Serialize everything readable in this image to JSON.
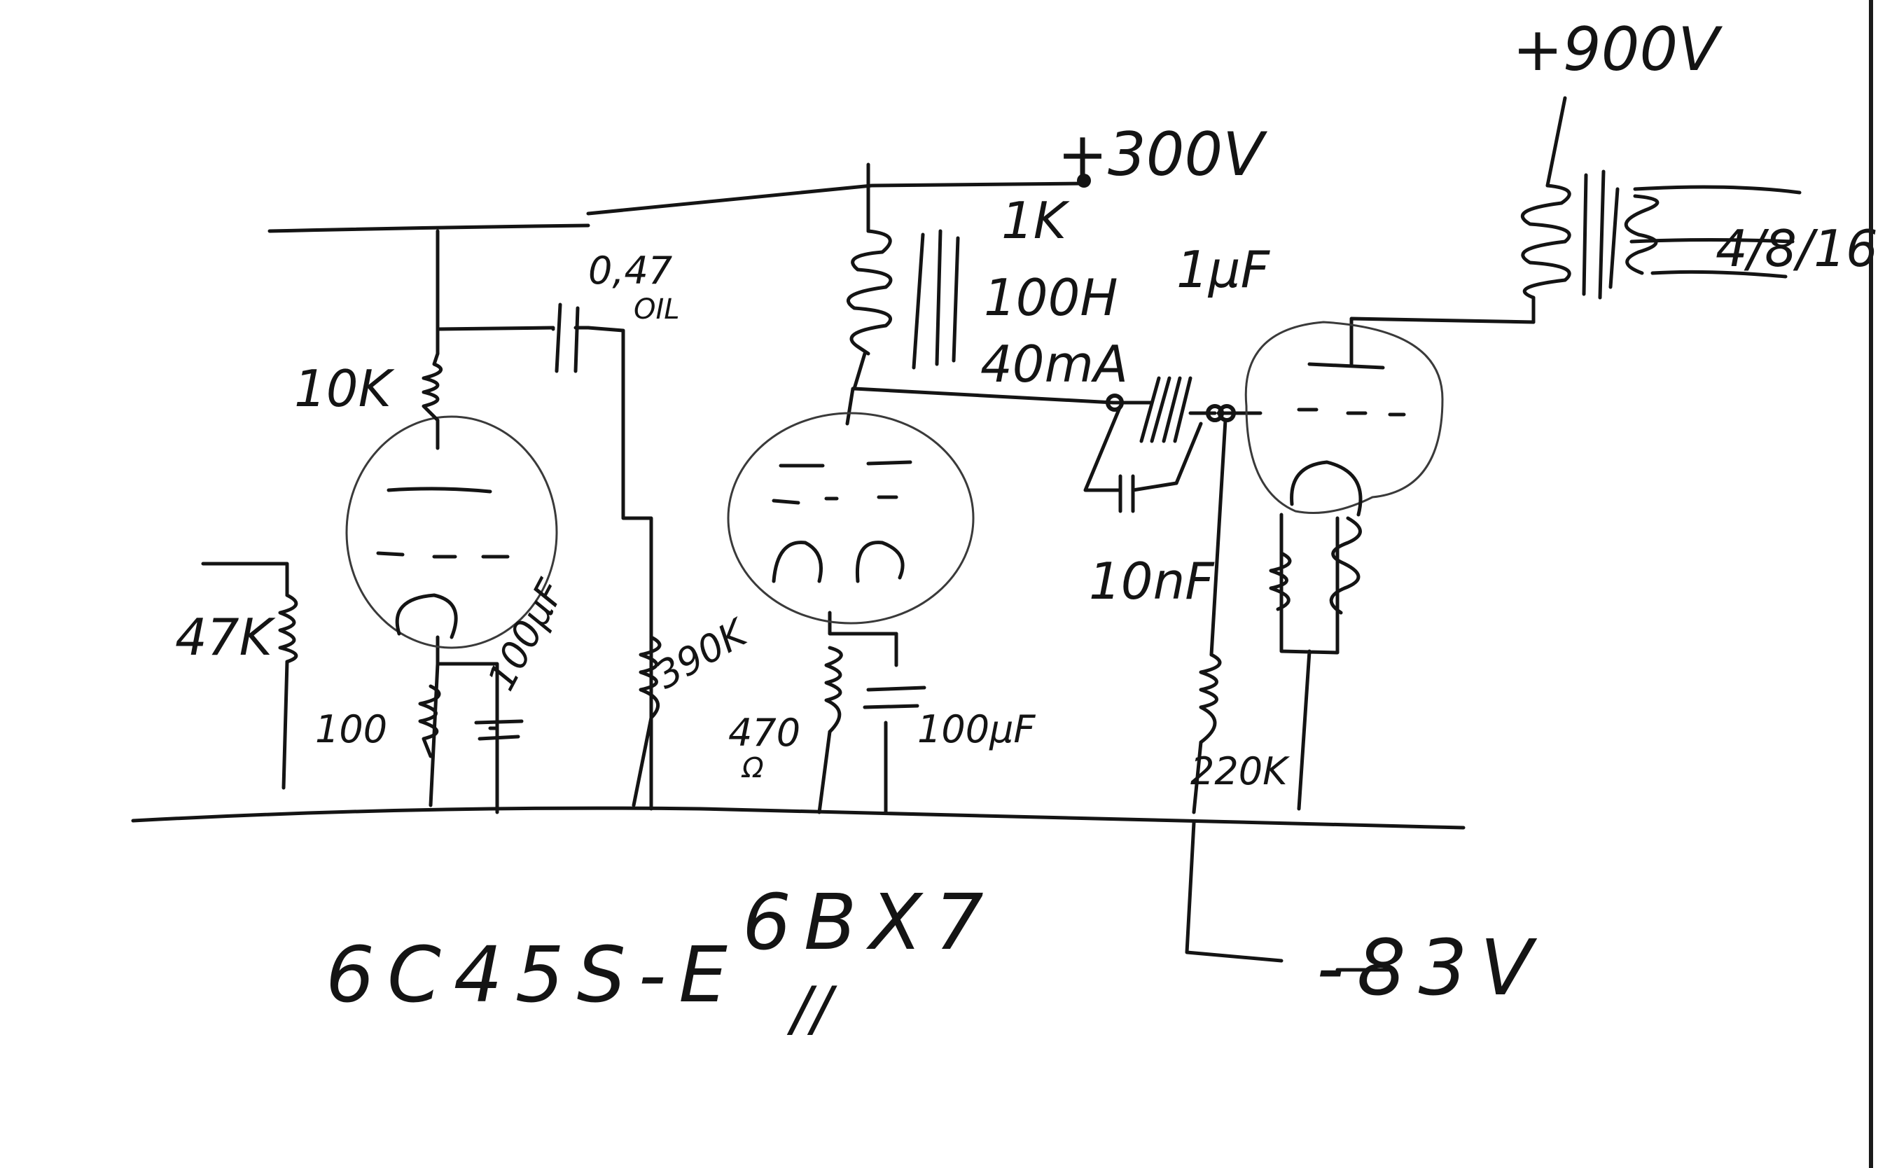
{
  "supply": {
    "b_plus_300": "+300V",
    "b_plus_900": "+900V",
    "bias": "-83V"
  },
  "tubes": {
    "first_stage": "6C45S-E",
    "driver": "6BX7",
    "driver_note": "//"
  },
  "components": {
    "r_plate_10k": "10K",
    "c_coupling": "0,47",
    "c_coupling_type": "OIL",
    "r_grid_47k": "47K",
    "r_cathode_100": "100",
    "c_cathode_100uf_1": "100μF",
    "r_grid_390k": "390K",
    "r_cathode_470": "470",
    "r_cathode_470_unit": "Ω",
    "c_cathode_100uf_2": "100μF",
    "choke_res": "1K",
    "choke_ind": "100H",
    "choke_curr": "40mA",
    "c_1uf": "1μF",
    "c_10nf": "10nF",
    "r_220k": "220K",
    "output_taps": "4/8/16"
  }
}
